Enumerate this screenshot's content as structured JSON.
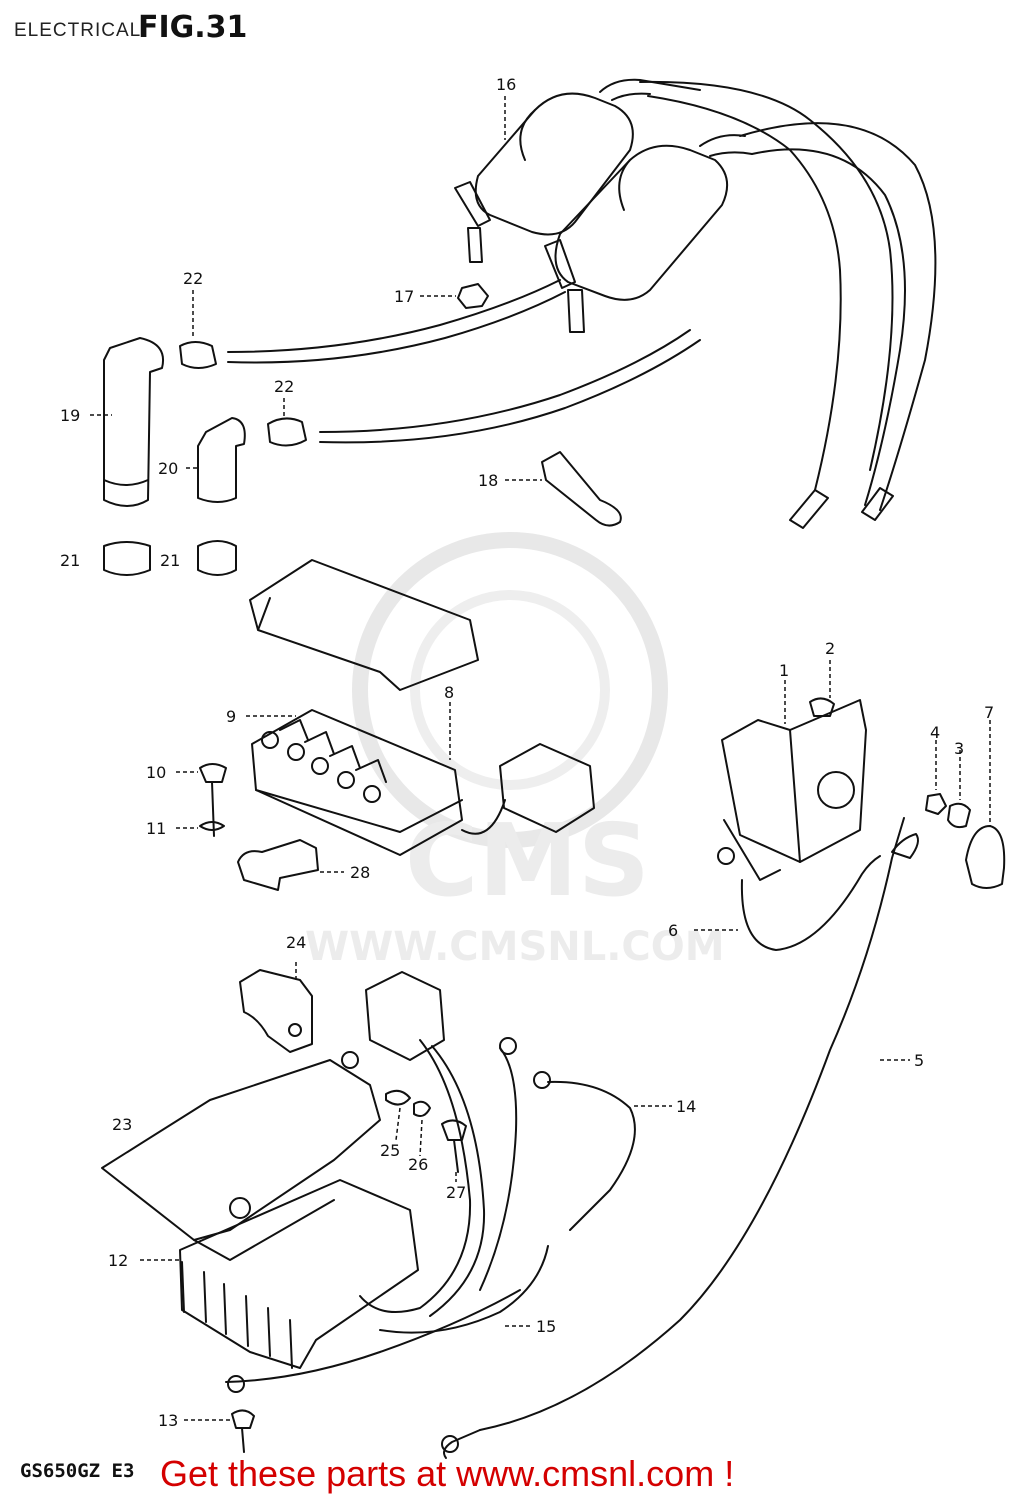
{
  "header": {
    "section": "ELECTRICAL",
    "figure": "FIG.31"
  },
  "watermark": {
    "logo_text": "CMS",
    "url": "WWW.CMSNL.COM"
  },
  "callouts": [
    "1",
    "2",
    "3",
    "4",
    "5",
    "6",
    "7",
    "8",
    "9",
    "10",
    "11",
    "12",
    "13",
    "14",
    "15",
    "16",
    "17",
    "18",
    "19",
    "20",
    "21",
    "21",
    "22",
    "22",
    "23",
    "24",
    "25",
    "26",
    "27",
    "28"
  ],
  "footer": {
    "model": "GS650GZ E3",
    "promo": "Get these parts at www.cmsnl.com !"
  },
  "colors": {
    "line": "#111111",
    "watermark": "#e6e6e6",
    "promo": "#d40000"
  }
}
